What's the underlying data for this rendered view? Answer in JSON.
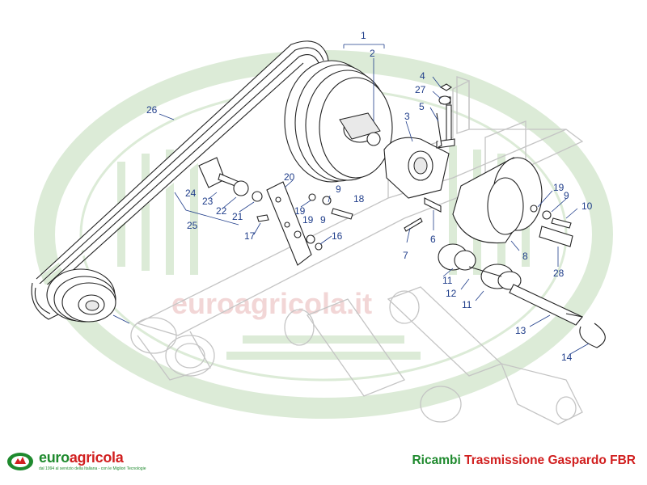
{
  "watermark": {
    "text": "euroagricola.it",
    "color": "#f2d6d6",
    "ring_color": "#dcebd7"
  },
  "callouts": [
    {
      "id": "1",
      "label": "1"
    },
    {
      "id": "2",
      "label": "2"
    },
    {
      "id": "3",
      "label": "3"
    },
    {
      "id": "4",
      "label": "4"
    },
    {
      "id": "5",
      "label": "5"
    },
    {
      "id": "6",
      "label": "6"
    },
    {
      "id": "7",
      "label": "7"
    },
    {
      "id": "8",
      "label": "8"
    },
    {
      "id": "9a",
      "label": "9"
    },
    {
      "id": "9b",
      "label": "9"
    },
    {
      "id": "9c",
      "label": "9"
    },
    {
      "id": "10",
      "label": "10"
    },
    {
      "id": "11a",
      "label": "11"
    },
    {
      "id": "11b",
      "label": "11"
    },
    {
      "id": "12",
      "label": "12"
    },
    {
      "id": "13",
      "label": "13"
    },
    {
      "id": "14",
      "label": "14"
    },
    {
      "id": "16",
      "label": "16"
    },
    {
      "id": "17",
      "label": "17"
    },
    {
      "id": "18",
      "label": "18"
    },
    {
      "id": "19a",
      "label": "19"
    },
    {
      "id": "19b",
      "label": "19"
    },
    {
      "id": "19c",
      "label": "19"
    },
    {
      "id": "20",
      "label": "20"
    },
    {
      "id": "21",
      "label": "21"
    },
    {
      "id": "22",
      "label": "22"
    },
    {
      "id": "23",
      "label": "23"
    },
    {
      "id": "24",
      "label": "24"
    },
    {
      "id": "25",
      "label": "25"
    },
    {
      "id": "26",
      "label": "26"
    },
    {
      "id": "27",
      "label": "27"
    },
    {
      "id": "28",
      "label": "28"
    }
  ],
  "logo": {
    "name_main": "euro",
    "name_accent": "agricola",
    "tagline": "dal 1994 al servizio della Italiana - con le Migliori Tecnologie",
    "icon": "euroagricola-logo-icon"
  },
  "footer": {
    "title_green": "Ricambi ",
    "title_red": "Trasmissione Gaspardo FBR",
    "green": "#1f8a2e",
    "red": "#d11f1f"
  },
  "colors": {
    "callout": "#1f3d8a",
    "line": "#222222",
    "ghost": "#c4c4c4"
  }
}
